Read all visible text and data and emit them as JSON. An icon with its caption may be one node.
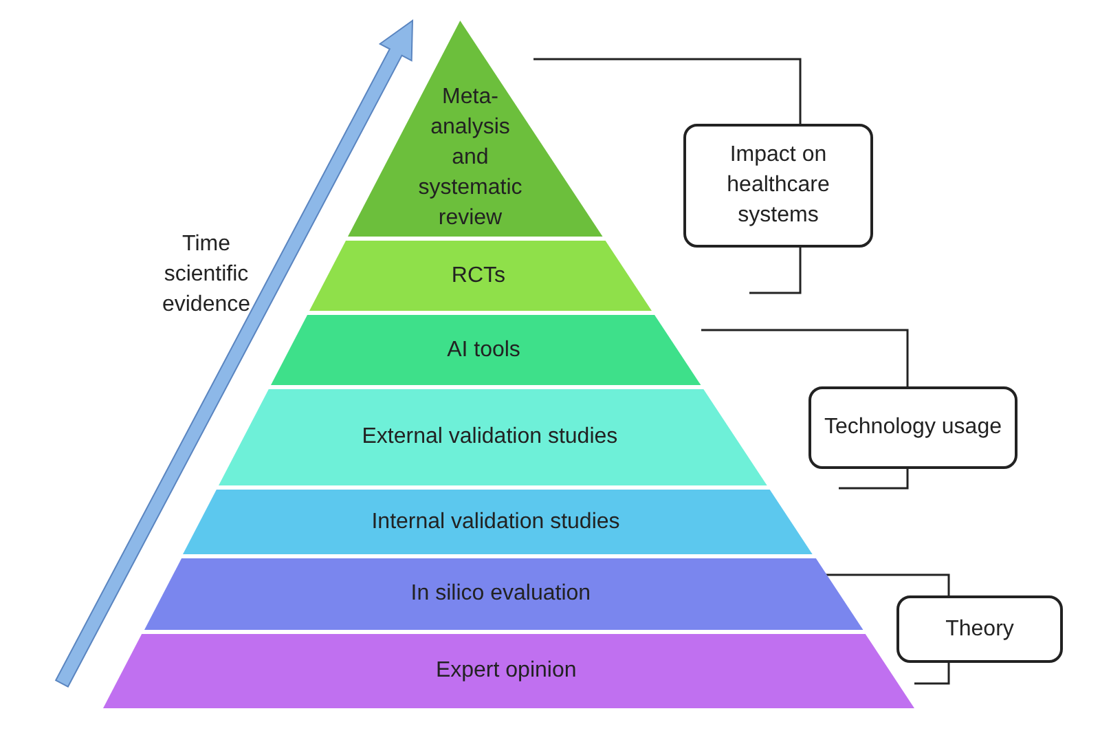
{
  "diagram": {
    "nodes": [
      {
        "text": [
          "Meta-analysis and systematic review"
        ]
      },
      {
        "text": [
          "RCTs"
        ]
      },
      {
        "text": [
          "AI tools"
        ]
      },
      {
        "text": [
          "External validation studies"
        ]
      },
      {
        "text": [
          "Internal validation studies"
        ]
      },
      {
        "text": [
          "In silico evaluation"
        ]
      },
      {
        "text": [
          "Expert opinion"
        ]
      },
      {
        "text": [
          "Impact on healthcare systems"
        ]
      },
      {
        "text": [
          "Technology usage"
        ]
      },
      {
        "text": [
          "Theory"
        ]
      }
    ],
    "labels": [
      "Time scientific evidence"
    ]
  }
}
